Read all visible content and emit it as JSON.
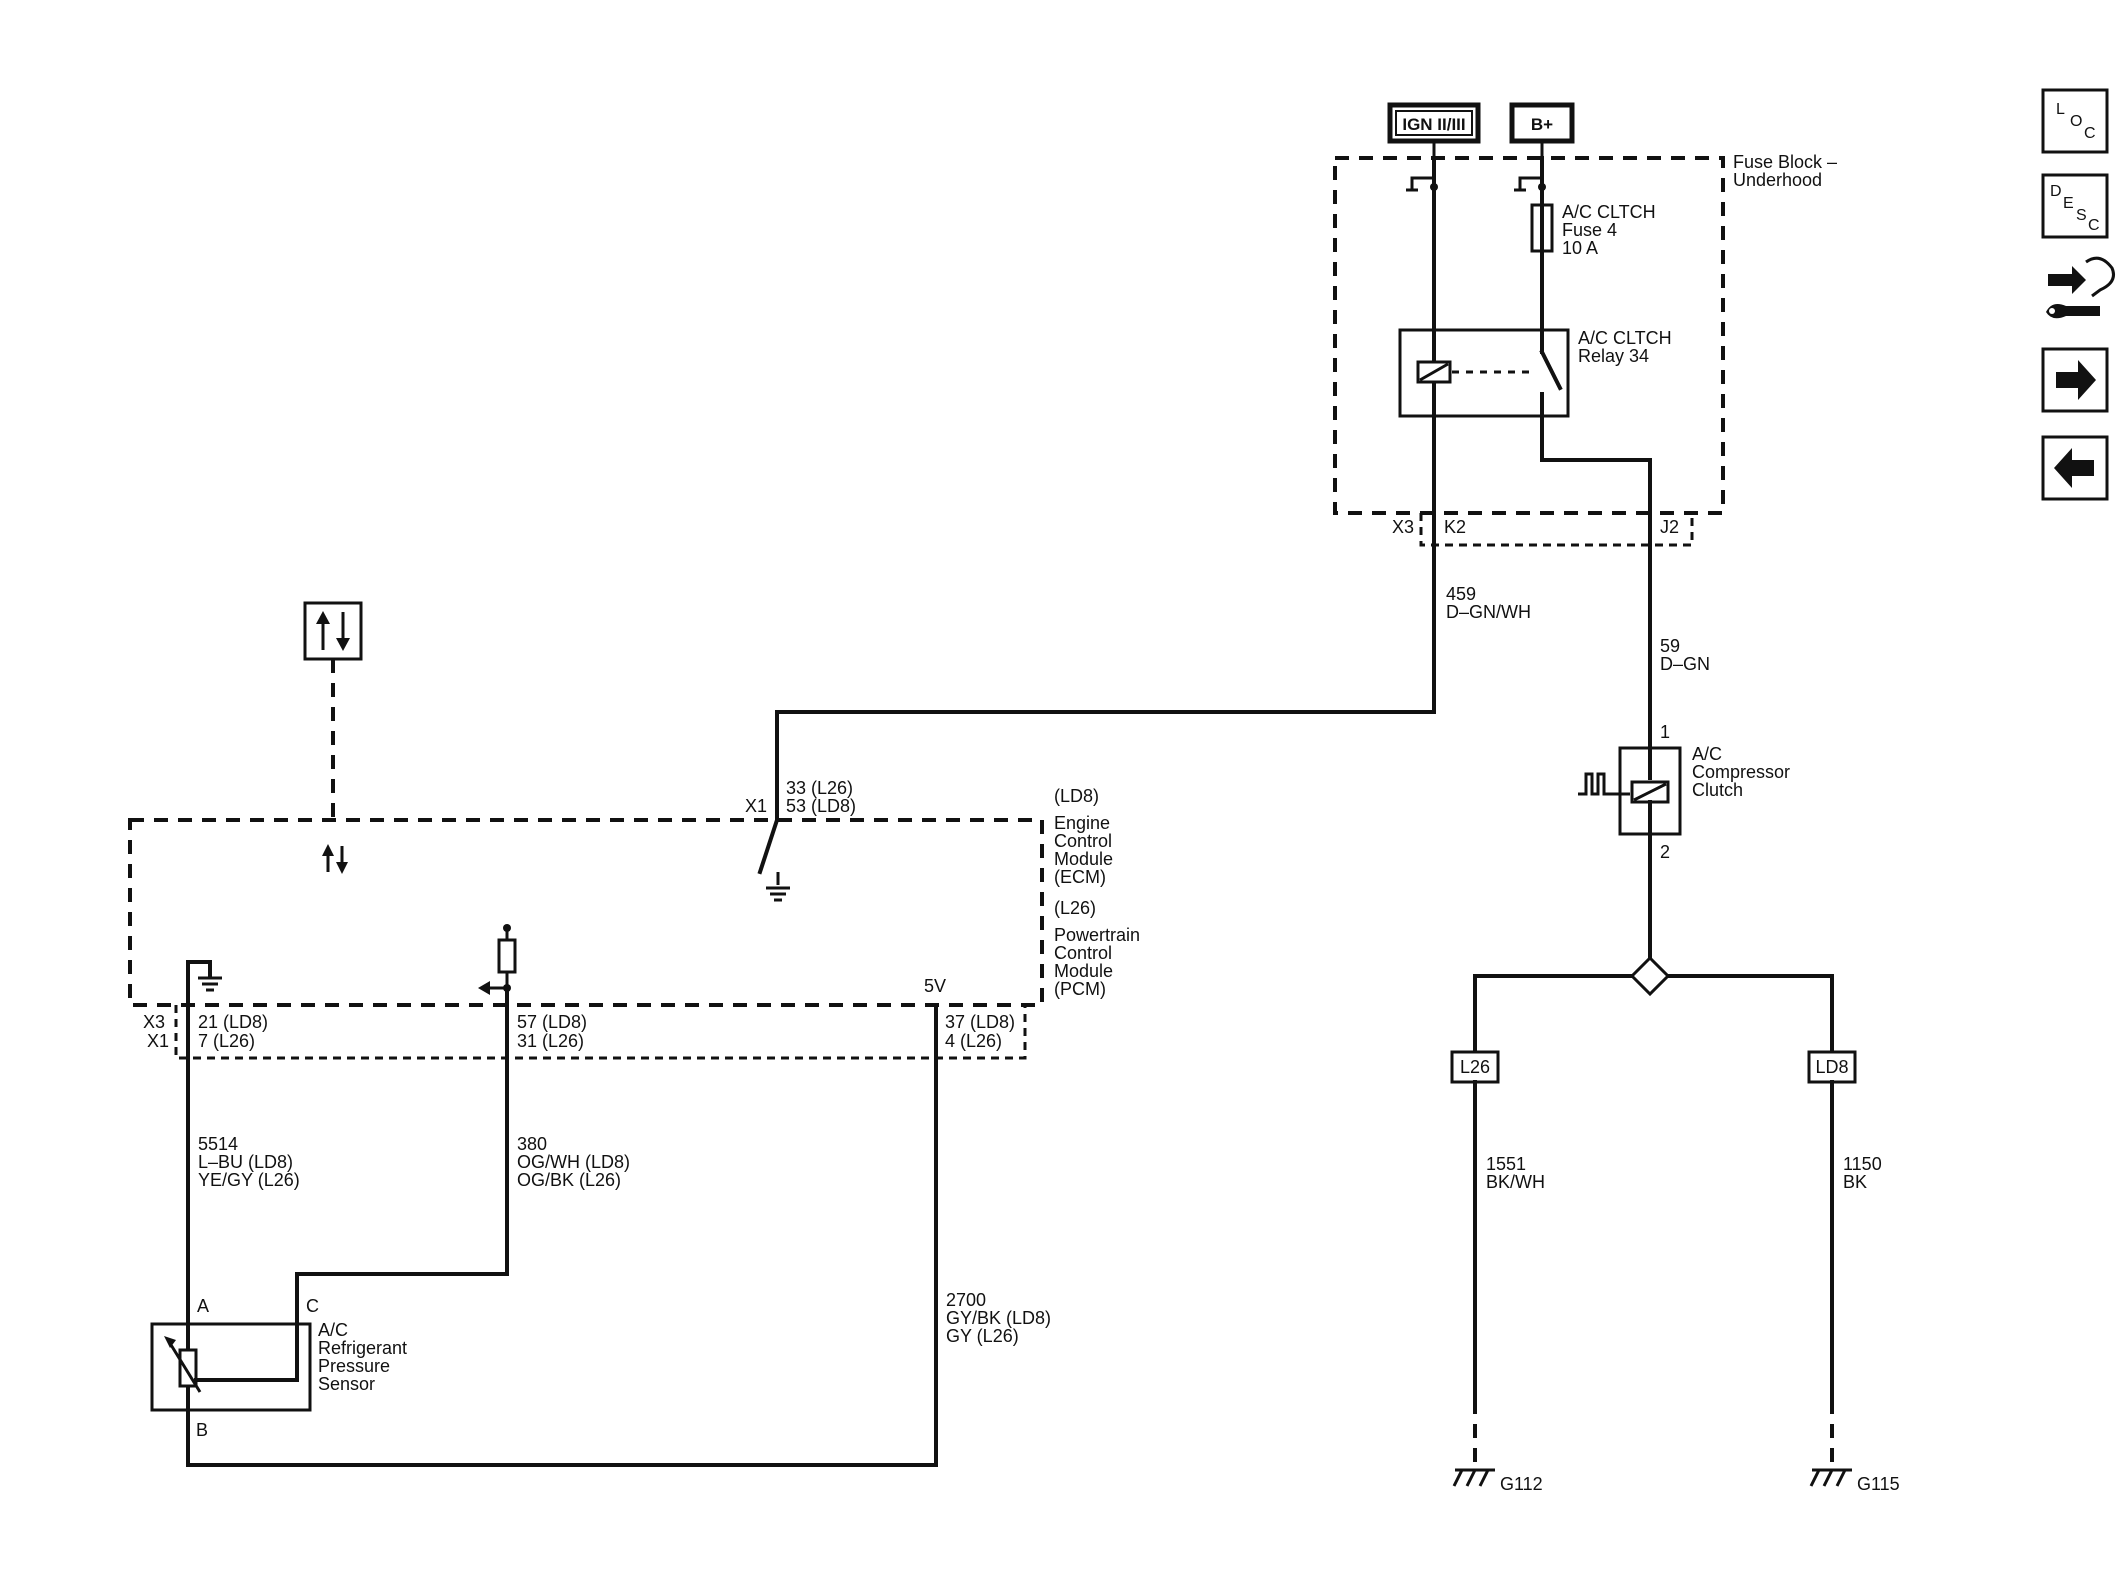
{
  "power_sources": {
    "ign": "IGN II/III",
    "bplus": "B+"
  },
  "fuse_block": {
    "title_line1": "Fuse Block –",
    "title_line2": "Underhood",
    "fuse_line1": "A/C CLTCH",
    "fuse_line2": "Fuse 4",
    "fuse_line3": "10 A",
    "relay_line1": "A/C CLTCH",
    "relay_line2": "Relay 34",
    "conn_x3": "X3",
    "conn_k2": "K2",
    "conn_j2": "J2"
  },
  "wires": {
    "w459_num": "459",
    "w459_color": "D–GN/WH",
    "w59_num": "59",
    "w59_color": "D–GN",
    "w5514_num": "5514",
    "w5514_c1": "L–BU (LD8)",
    "w5514_c2": "YE/GY (L26)",
    "w380_num": "380",
    "w380_c1": "OG/WH (LD8)",
    "w380_c2": "OG/BK (L26)",
    "w2700_num": "2700",
    "w2700_c1": "GY/BK (LD8)",
    "w2700_c2": "GY (L26)",
    "w1551_num": "1551",
    "w1551_color": "BK/WH",
    "w1150_num": "1150",
    "w1150_color": "BK"
  },
  "module": {
    "ld8_tag": "(LD8)",
    "ecm_line1": "Engine",
    "ecm_line2": "Control",
    "ecm_line3": "Module",
    "ecm_line4": "(ECM)",
    "l26_tag": "(L26)",
    "pcm_line1": "Powertrain",
    "pcm_line2": "Control",
    "pcm_line3": "Module",
    "pcm_line4": "(PCM)",
    "v5": "5V",
    "x1_top": "X1",
    "x1_pin_a": "33 (L26)",
    "x1_pin_b": "53 (LD8)",
    "x3_label": "X3",
    "x1_label": "X1",
    "pin21": "21 (LD8)",
    "pin7": "7 (L26)",
    "pin57": "57 (LD8)",
    "pin31": "31 (L26)",
    "pin37": "37 (LD8)",
    "pin4": "4 (L26)"
  },
  "clutch": {
    "pin1": "1",
    "pin2": "2",
    "line1": "A/C",
    "line2": "Compressor",
    "line3": "Clutch"
  },
  "sensor": {
    "pin_a": "A",
    "pin_b": "B",
    "pin_c": "C",
    "line1": "A/C",
    "line2": "Refrigerant",
    "line3": "Pressure",
    "line4": "Sensor"
  },
  "options": {
    "l26": "L26",
    "ld8": "LD8"
  },
  "grounds": {
    "g112": "G112",
    "g115": "G115"
  },
  "nav": {
    "loc_l": "L",
    "loc_o": "O",
    "loc_c": "C",
    "desc_d": "D",
    "desc_e": "E",
    "desc_s": "S",
    "desc_c": "C"
  }
}
